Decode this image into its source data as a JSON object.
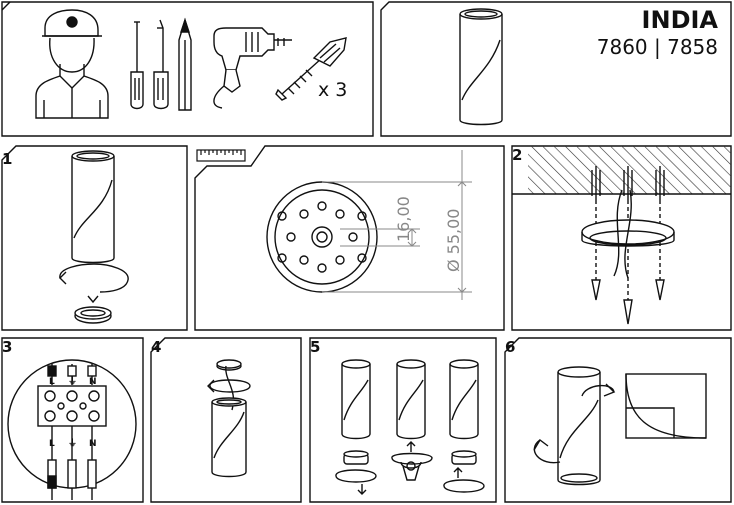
{
  "product": {
    "name": "INDIA",
    "codes": "7860 | 7858"
  },
  "tools": {
    "quantity": "x 3"
  },
  "dimensions": {
    "height": "16,00",
    "diameter": "Ø 55,00"
  },
  "steps": [
    "1",
    "2",
    "3",
    "4",
    "5",
    "6"
  ],
  "terminal": {
    "labels": [
      "L",
      "⏚",
      "N"
    ]
  }
}
